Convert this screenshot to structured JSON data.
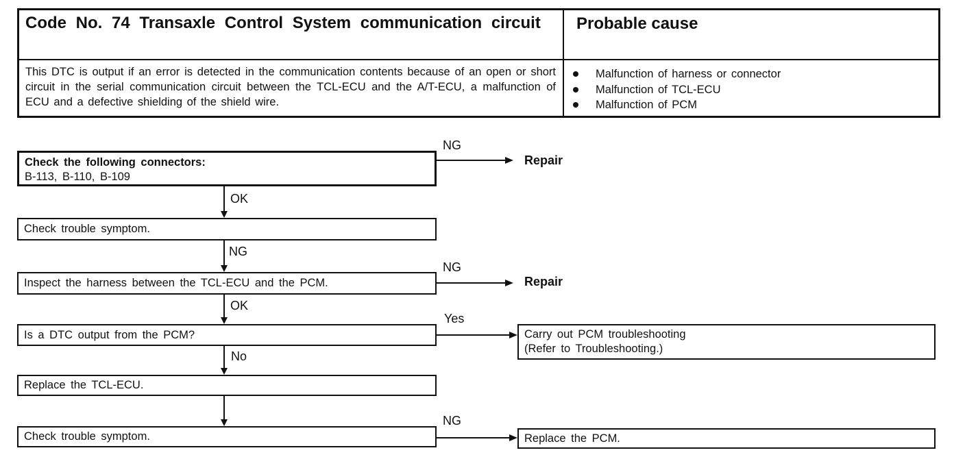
{
  "colors": {
    "ink": "#111111",
    "paper": "#ffffff"
  },
  "header_table": {
    "title": "Code No. 74 Transaxle Control System communication circuit",
    "probable_cause_heading": "Probable cause",
    "description": "This DTC is output if an error is detected in the communication contents because of an open or short circuit in the serial communication circuit between the TCL-ECU and the A/T-ECU, a malfunction of ECU and a defective shielding of the shield wire.",
    "causes": [
      "Malfunction of harness or connector",
      "Malfunction of TCL-ECU",
      "Malfunction of PCM"
    ]
  },
  "flowchart": {
    "steps": {
      "check_connectors_title": "Check the following connectors:",
      "check_connectors_detail": "B-113, B-110, B-109",
      "check_symptom_1": "Check trouble symptom.",
      "inspect_harness": "Inspect the harness between the TCL-ECU and the PCM.",
      "dtc_question": "Is a DTC output from the PCM?",
      "replace_tcl_ecu": "Replace the TCL-ECU.",
      "check_symptom_2": "Check trouble symptom."
    },
    "results": {
      "repair": "Repair",
      "pcm_troubleshooting_line1": "Carry out PCM troubleshooting",
      "pcm_troubleshooting_line2": "(Refer to Troubleshooting.)",
      "replace_pcm": "Replace the PCM."
    },
    "branch_labels": {
      "ng": "NG",
      "ok": "OK",
      "yes": "Yes",
      "no": "No"
    }
  }
}
